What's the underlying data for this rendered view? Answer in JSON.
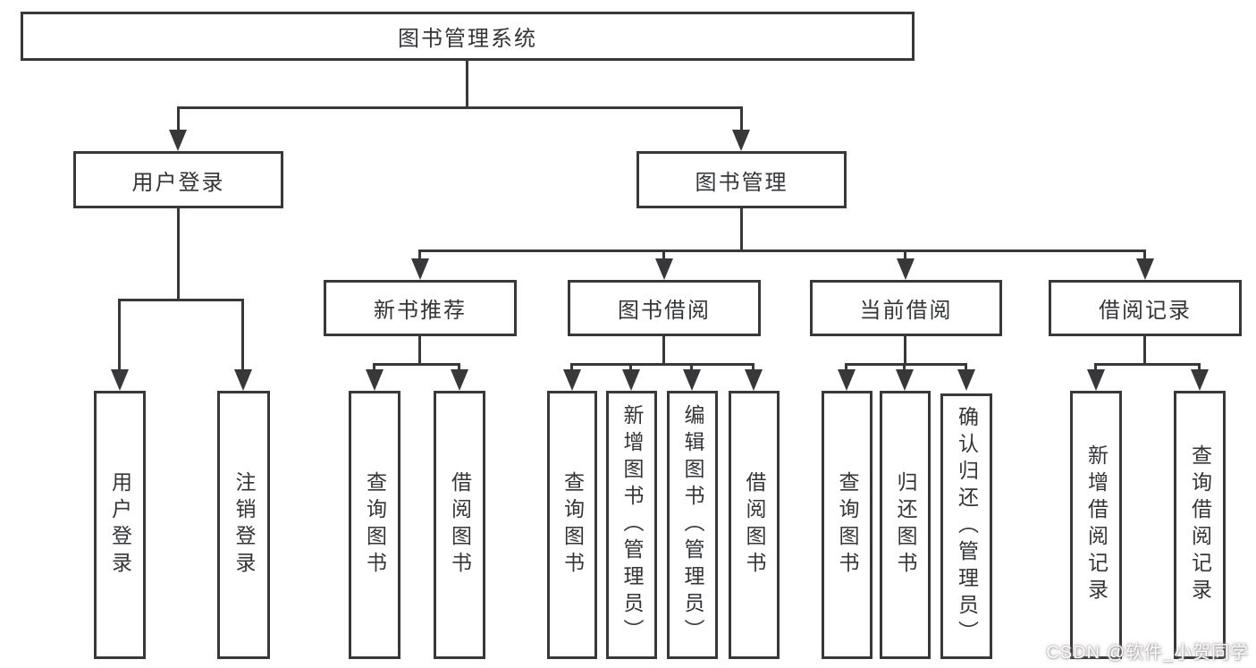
{
  "diagram": {
    "type": "hierarchy-tree",
    "colors": {
      "line": "#38383a",
      "box_border": "#38383a",
      "text": "#333538",
      "background": "#ffffff",
      "watermark_text": "#fdfdfd"
    }
  },
  "nodes": {
    "root": {
      "label": "图书管理系统"
    },
    "level2": {
      "user_login": {
        "label": "用户登录"
      },
      "book_management": {
        "label": "图书管理"
      }
    },
    "level3": {
      "new_book_recommend": {
        "label": "新书推荐"
      },
      "book_borrowing": {
        "label": "图书借阅"
      },
      "current_borrowing": {
        "label": "当前借阅"
      },
      "borrowing_records": {
        "label": "借阅记录"
      }
    },
    "leaves": {
      "user_login_leaf": {
        "label": "用户登录"
      },
      "logout_leaf": {
        "label": "注销登录"
      },
      "nbr_query_books": {
        "label": "查询图书"
      },
      "nbr_borrow_books": {
        "label": "借阅图书"
      },
      "bb_query_books": {
        "label": "查询图书"
      },
      "bb_add_books": {
        "label": "新增图书（管理员）"
      },
      "bb_edit_books": {
        "label": "编辑图书（管理员）"
      },
      "bb_borrow_books": {
        "label": "借阅图书"
      },
      "cb_query_books": {
        "label": "查询图书"
      },
      "cb_return_books": {
        "label": "归还图书"
      },
      "cb_confirm_return": {
        "label": "确认归还（管理员）"
      },
      "br_add_record": {
        "label": "新增借阅记录"
      },
      "br_query_record": {
        "label": "查询借阅记录"
      }
    }
  },
  "hierarchy": {
    "图书管理系统": {
      "用户登录": [
        "用户登录",
        "注销登录"
      ],
      "图书管理": {
        "新书推荐": [
          "查询图书",
          "借阅图书"
        ],
        "图书借阅": [
          "查询图书",
          "新增图书（管理员）",
          "编辑图书（管理员）",
          "借阅图书"
        ],
        "当前借阅": [
          "查询图书",
          "归还图书",
          "确认归还（管理员）"
        ],
        "借阅记录": [
          "新增借阅记录",
          "查询借阅记录"
        ]
      }
    }
  },
  "watermark": {
    "text": "CSDN @软件_小贺同学"
  }
}
